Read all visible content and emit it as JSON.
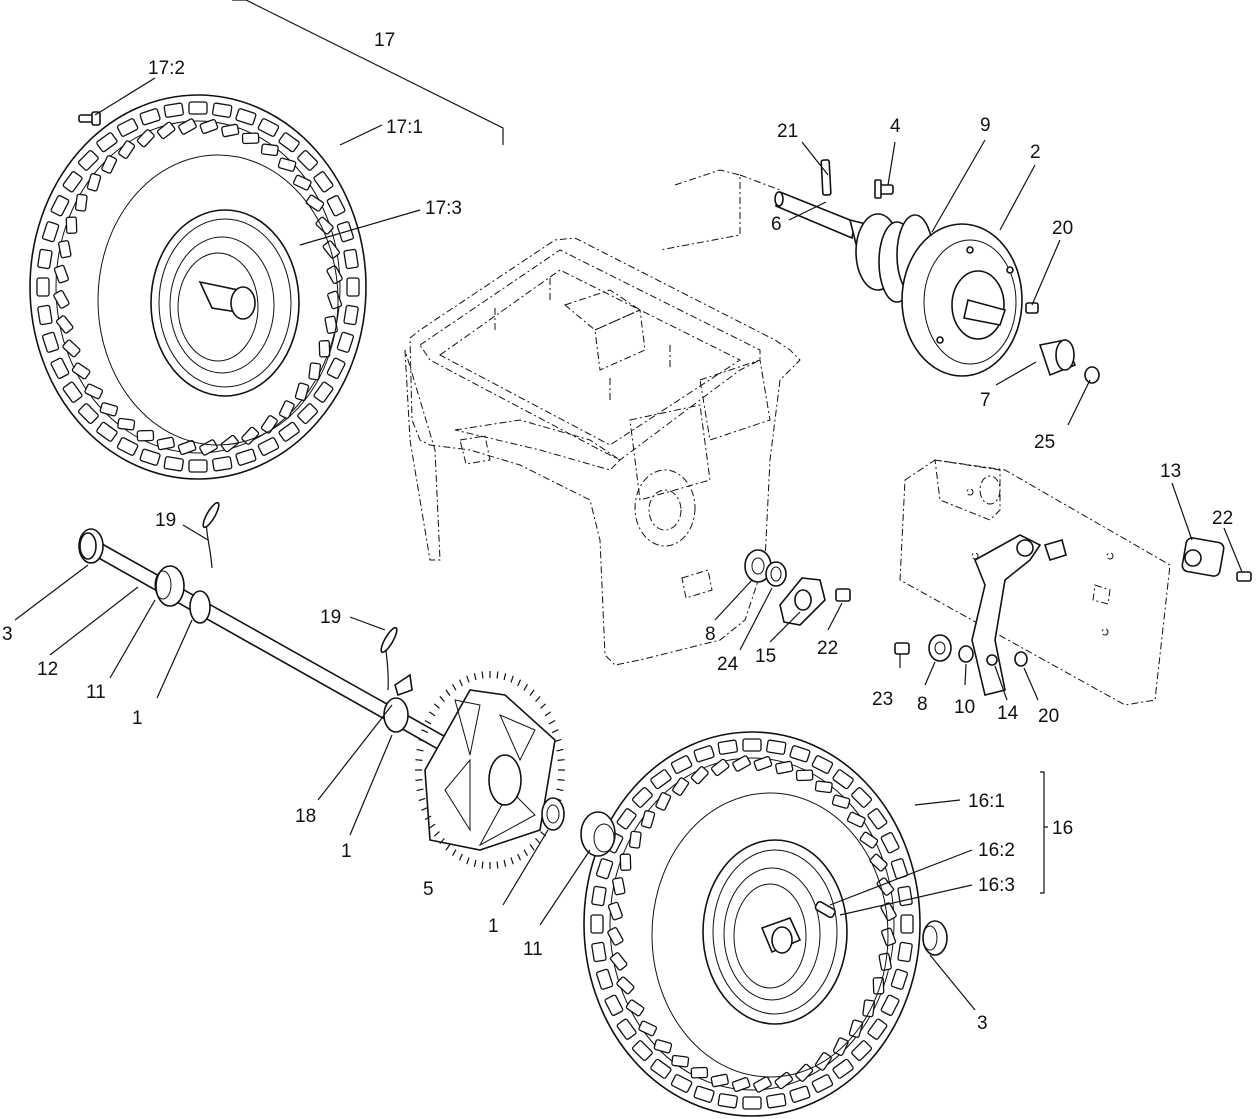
{
  "callouts": {
    "c17": "17",
    "c17_2": "17:2",
    "c17_1": "17:1",
    "c17_3": "17:3",
    "c21": "21",
    "c4": "4",
    "c9": "9",
    "c2": "2",
    "c6": "6",
    "c20a": "20",
    "c7": "7",
    "c25": "25",
    "c13": "13",
    "c22a": "22",
    "c19a": "19",
    "c19b": "19",
    "c3a": "3",
    "c12": "12",
    "c11a": "11",
    "c1a": "1",
    "c8a": "8",
    "c24": "24",
    "c15": "15",
    "c22b": "22",
    "c23": "23",
    "c8b": "8",
    "c10": "10",
    "c14": "14",
    "c20b": "20",
    "c18": "18",
    "c1b": "1",
    "c5": "5",
    "c1c": "1",
    "c11b": "11",
    "c16_1": "16:1",
    "c16": "16",
    "c16_2": "16:2",
    "c16_3": "16:3",
    "c3b": "3"
  }
}
